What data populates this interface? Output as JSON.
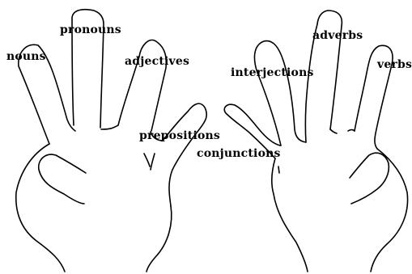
{
  "colors": {
    "outline": "#000000",
    "background": "#ffffff",
    "text": "#000000"
  },
  "labels": {
    "nouns": "nouns",
    "pronouns": "pronouns",
    "adjectives": "adjectives",
    "prepositions": "prepositions",
    "conjunctions": "conjunctions",
    "interjections": "interjections",
    "adverbs": "adverbs",
    "verbs": "verbs"
  }
}
